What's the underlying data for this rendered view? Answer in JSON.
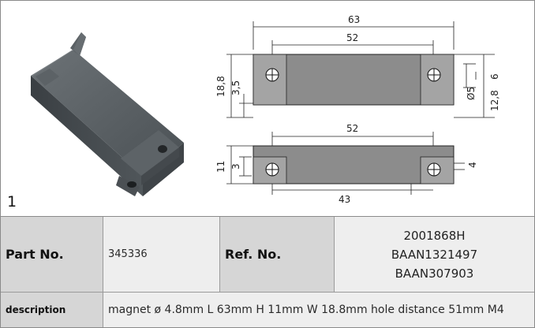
{
  "figure": {
    "item_number": "1",
    "dimensions": {
      "top_overall_length": "63",
      "top_hole_spacing": "52",
      "top_height": "18,8",
      "top_left_offset": "3,5",
      "top_right_small": "6",
      "top_hole_diameter": "Ø5",
      "top_right_height": "12,8",
      "bottom_hole_spacing": "52",
      "bottom_height": "11",
      "bottom_left_offset": "3",
      "bottom_right_small": "4",
      "bottom_lower_length": "43"
    }
  },
  "table": {
    "part_no_label": "Part No.",
    "part_no_value": "345336",
    "ref_no_label": "Ref. No.",
    "ref_no_values": [
      "2001868H",
      "BAAN1321497",
      "BAAN307903"
    ],
    "description_label": "description",
    "description_value": "magnet  ø 4.8mm L 63mm H 11mm W 18.8mm hole distance 51mm M4"
  },
  "colors": {
    "label_bg": "#d6d6d6",
    "value_bg": "#eeeeee",
    "magnet_body": "#4e5458",
    "drawing_fill": "#8c8c8c"
  }
}
